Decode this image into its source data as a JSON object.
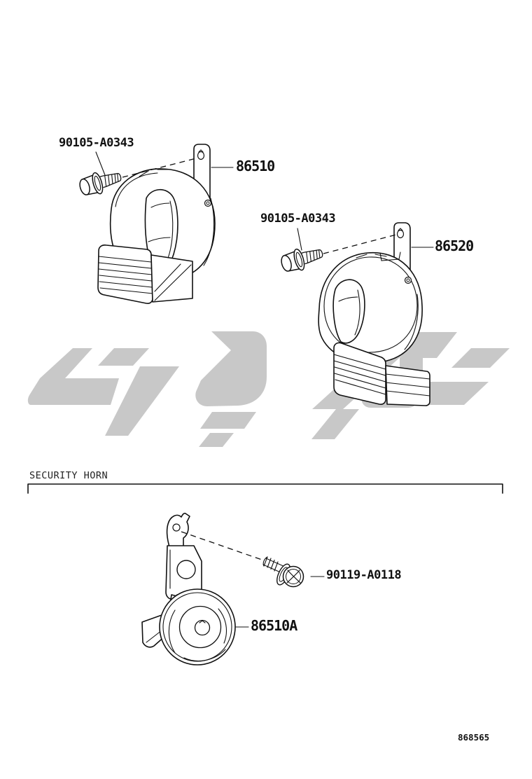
{
  "page": {
    "page_number": "868565",
    "colors": {
      "line": "#111111",
      "background": "#ffffff",
      "watermark": "#c8c8c8"
    }
  },
  "main_section": {
    "assemblies": [
      {
        "part_no": "86510",
        "bolt_no": "90105-A0343"
      },
      {
        "part_no": "86520",
        "bolt_no": "90105-A0343"
      }
    ]
  },
  "security_section": {
    "title": "SECURITY HORN",
    "assemblies": [
      {
        "part_no": "86510A",
        "bolt_no": "90119-A0118"
      }
    ]
  }
}
